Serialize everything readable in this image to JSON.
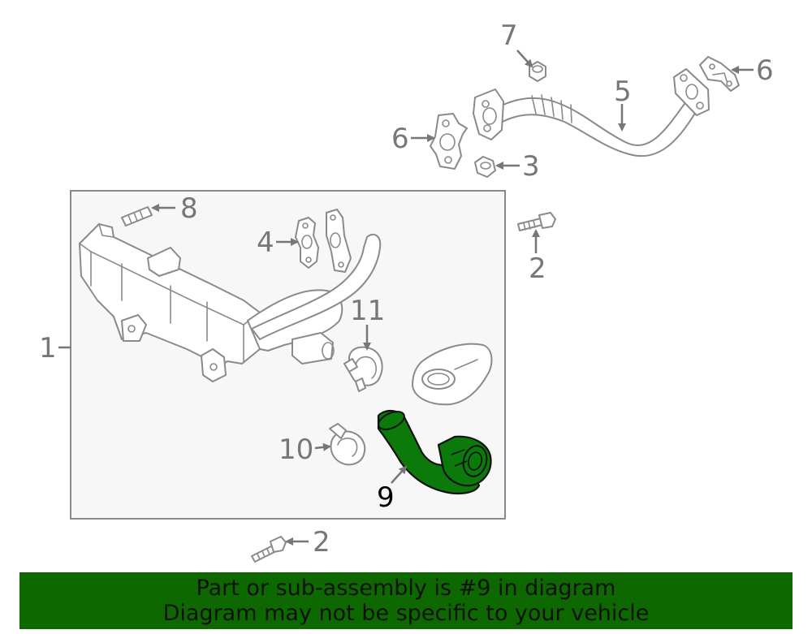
{
  "callouts": {
    "c1": "1",
    "c2a": "2",
    "c2b": "2",
    "c3": "3",
    "c4": "4",
    "c5": "5",
    "c6a": "6",
    "c6b": "6",
    "c7": "7",
    "c8": "8",
    "c9": "9",
    "c10": "10",
    "c11": "11"
  },
  "highlighted_part": "9",
  "colors": {
    "highlight_fill": "#0b7a0b",
    "banner_bg": "#0e6800",
    "line_gray": "#8a8a8a",
    "label_gray": "#777777",
    "group_box_bg": "#f7f7f7"
  },
  "banner": {
    "line1": "Part or sub-assembly is #9 in diagram",
    "line2": "Diagram may not be specific to your vehicle"
  }
}
